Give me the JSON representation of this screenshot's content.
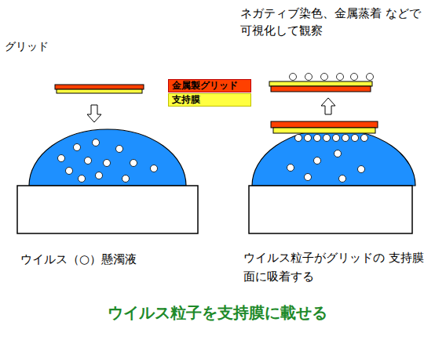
{
  "diagram": {
    "caption": "ウイルス粒子を支持膜に載せる",
    "labels": [
      "ネガティブ染色、金属蒸着 などで可視化して観察",
      "グリッド",
      "ウイルス（○）懸濁液",
      "ウイルス粒子がグリッドの 支持膜面に吸着する"
    ],
    "legend": [
      {
        "text": "金属製グリッド",
        "color": "#ff4000"
      },
      {
        "text": "支持膜",
        "color": "#ffff40"
      }
    ]
  }
}
